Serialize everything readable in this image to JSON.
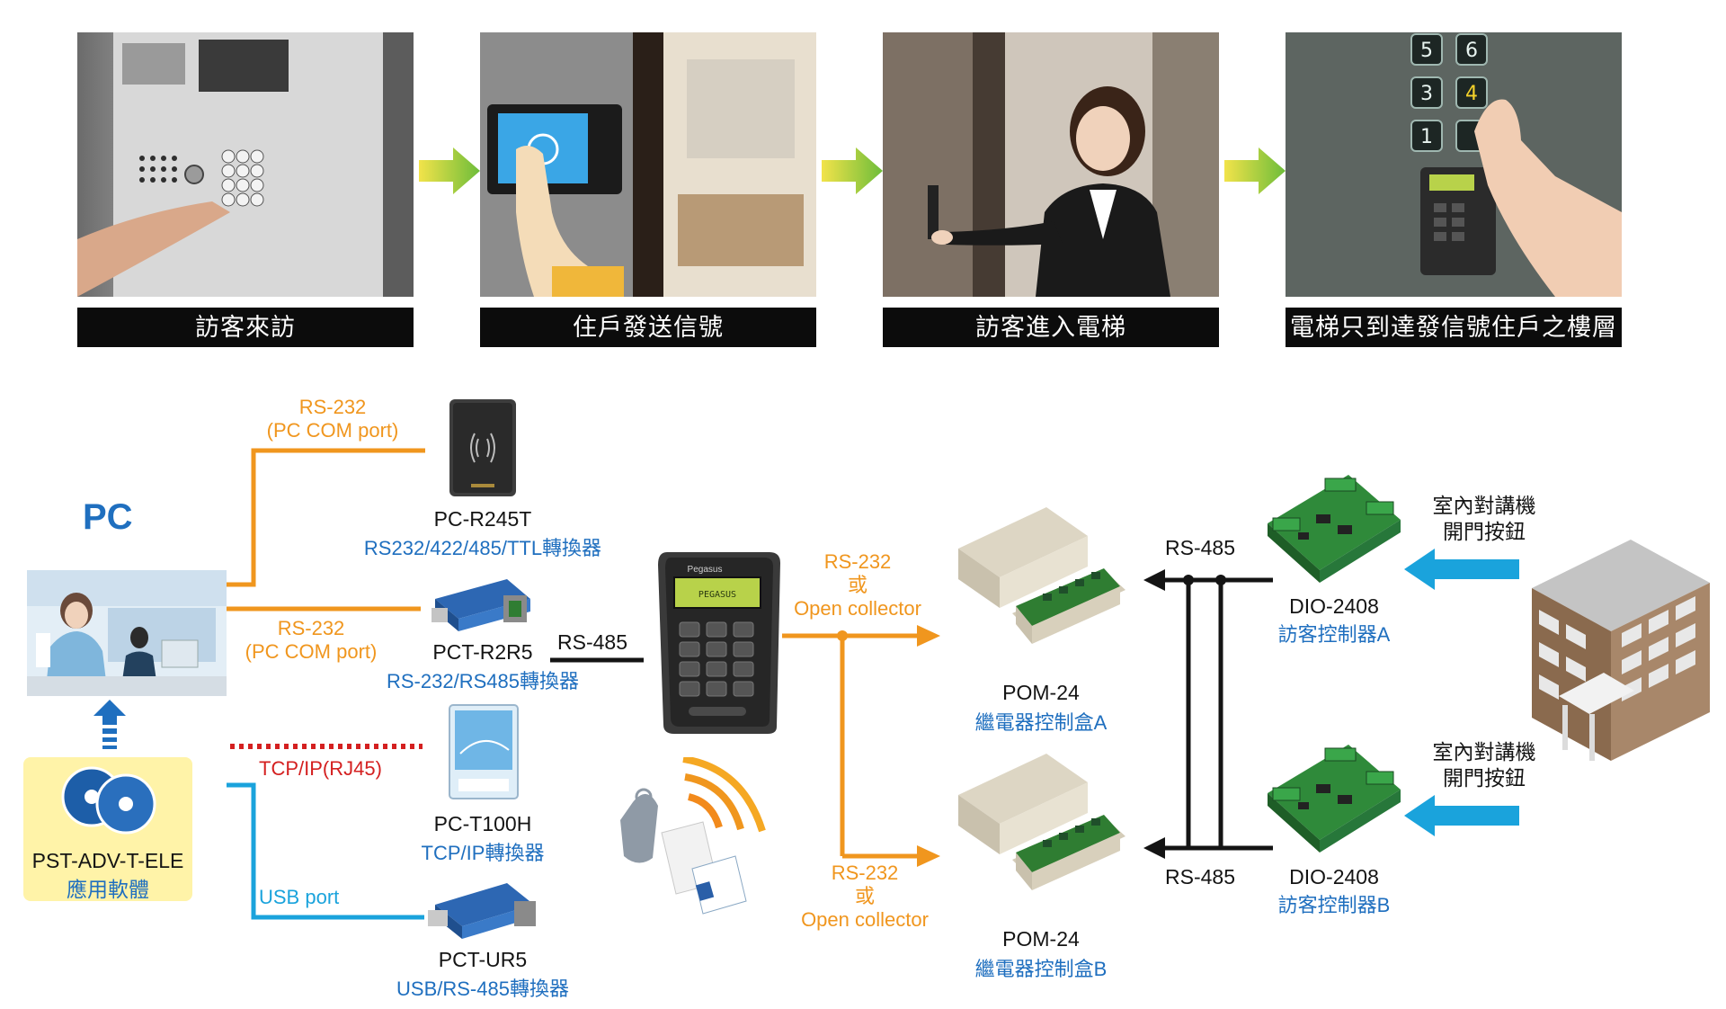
{
  "scenario": {
    "captions": [
      "訪客來訪",
      "住戶發送信號",
      "訪客進入電梯",
      "電梯只到達發信號住戶之樓層"
    ]
  },
  "pc": {
    "title": "PC",
    "software_line1": "PST-ADV-T-ELE",
    "software_line2": "應用軟體"
  },
  "links": {
    "rs232_top_line1": "RS-232",
    "rs232_top_line2": "(PC COM port)",
    "rs232_mid_line1": "RS-232",
    "rs232_mid_line2": "(PC COM port)",
    "tcpip": "TCP/IP(RJ45)",
    "usb": "USB port",
    "rs485_reader": "RS-485",
    "out_a_line1": "RS-232",
    "out_a_line2": "或",
    "out_a_line3": "Open collector",
    "out_b_line1": "RS-232",
    "out_b_line2": "或",
    "out_b_line3": "Open collector",
    "rs485_bus_top": "RS-485",
    "rs485_bus_bottom": "RS-485"
  },
  "converters": [
    {
      "model": "PC-R245T",
      "desc": "RS232/422/485/TTL轉換器"
    },
    {
      "model": "PCT-R2R5",
      "desc": "RS-232/RS485轉換器"
    },
    {
      "model": "PC-T100H",
      "desc": "TCP/IP轉換器"
    },
    {
      "model": "PCT-UR5",
      "desc": "USB/RS-485轉換器"
    }
  ],
  "reader": {
    "brand": "Pegasus",
    "lcd_text": "PEGASUS"
  },
  "relay_boxes": [
    {
      "model": "POM-24",
      "desc": "繼電器控制盒A"
    },
    {
      "model": "POM-24",
      "desc": "繼電器控制盒B"
    }
  ],
  "visitor_controllers": [
    {
      "model": "DIO-2408",
      "desc": "訪客控制器A",
      "input_line1": "室內對講機",
      "input_line2": "開門按鈕"
    },
    {
      "model": "DIO-2408",
      "desc": "訪客控制器B",
      "input_line1": "室內對講機",
      "input_line2": "開門按鈕"
    }
  ],
  "colors": {
    "orange": "#f0961e",
    "blue_label": "#1f6fbf",
    "cyan_line": "#1aa3dc",
    "red_dotted": "#d42020",
    "green_arrow": "#8cc63f",
    "software_bg": "#fff3a8"
  },
  "icons": [
    "flow-arrow-icon",
    "upload-arrow-icon",
    "cd-icon",
    "card-reader-icon",
    "rfid-tag-icon",
    "wireless-signal-icon",
    "building-icon"
  ]
}
